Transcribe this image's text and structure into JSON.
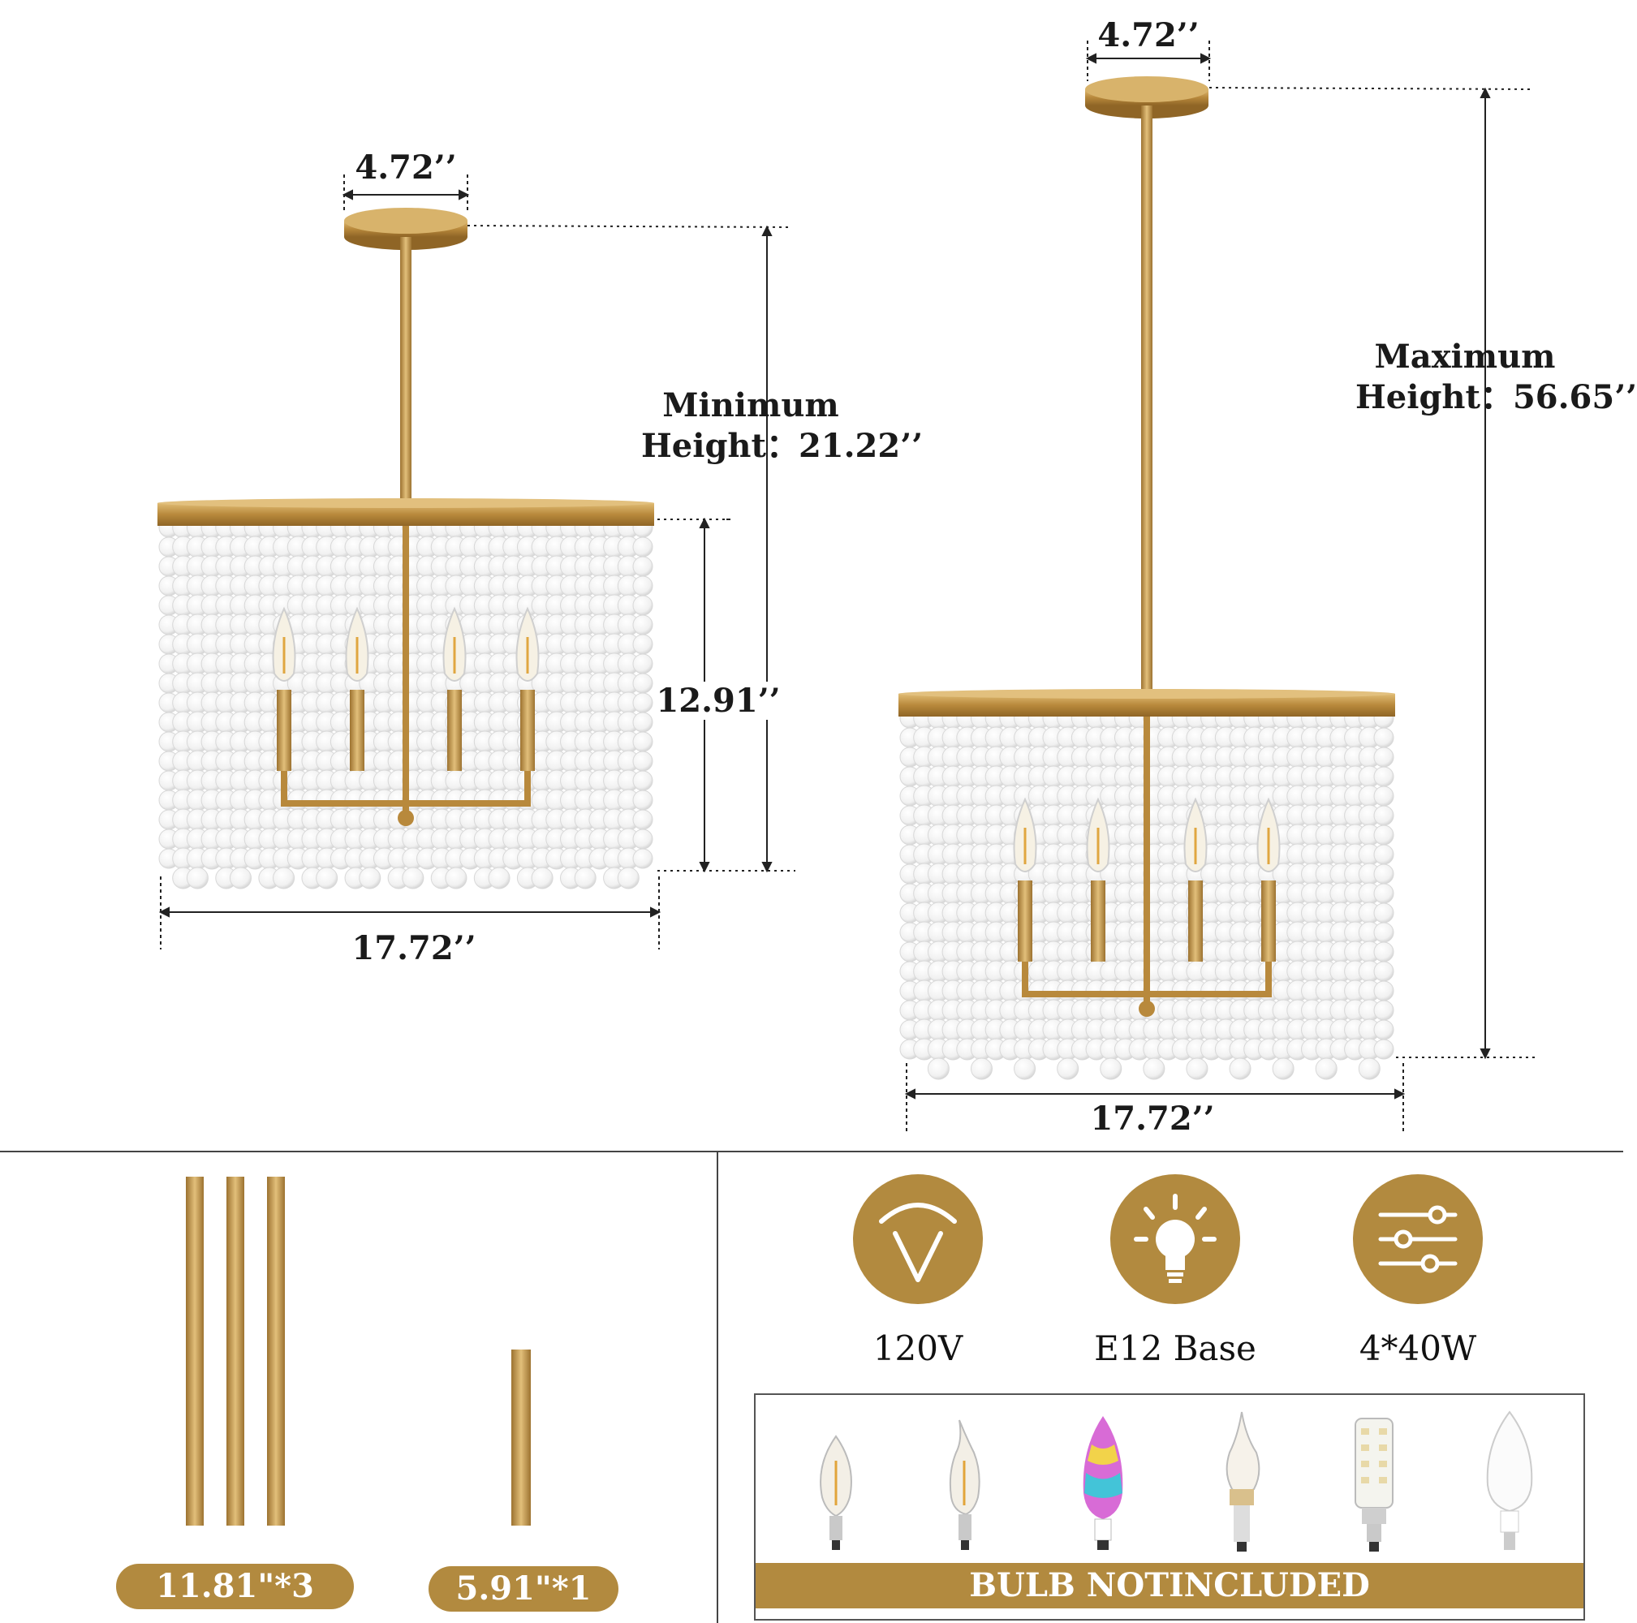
{
  "left_fixture": {
    "canopy_width": "4.72’’",
    "height_label_line1": "Minimum",
    "height_label_line2": "Height：21.22’’",
    "shade_height": "12.91’’",
    "diameter": "17.72’’"
  },
  "right_fixture": {
    "canopy_width": "4.72’’",
    "height_label_line1": "Maximum",
    "height_label_line2": "Height：56.65’’",
    "diameter": "17.72’’"
  },
  "rods": {
    "long_label": "11.81\"*3",
    "short_label": "5.91\"*1"
  },
  "specs": [
    {
      "icon": "voltage-icon",
      "label": "120V"
    },
    {
      "icon": "bulb-icon",
      "label": "E12 Base"
    },
    {
      "icon": "sliders-icon",
      "label": "4*40W"
    }
  ],
  "bulbs": {
    "items": [
      "filament-candle-bulb",
      "flame-tip-filament-bulb",
      "rgb-smart-bulb",
      "crystal-flame-bulb",
      "led-corn-bulb",
      "frosted-candle-bulb"
    ],
    "banner": "BULB NOTINCLUDED"
  },
  "colors": {
    "gold": "#b28a3f",
    "bead": "#f4f4f4",
    "brass": "#c49a4e"
  }
}
